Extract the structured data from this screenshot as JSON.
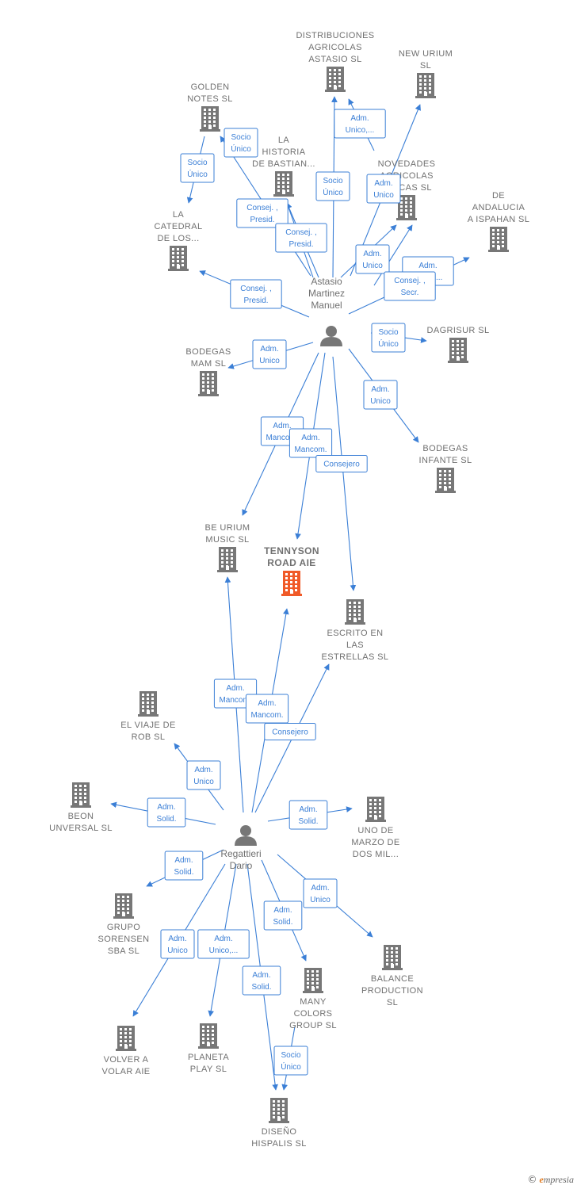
{
  "colors": {
    "edge": "#3b7fd6",
    "company": "#777777",
    "focus_company": "#f05a28",
    "person": "#777777"
  },
  "people": [
    {
      "id": "p1",
      "lines": [
        "Astasio",
        "Martinez",
        "Manuel"
      ],
      "icon": "person-icon"
    },
    {
      "id": "p2",
      "lines": [
        "Regattieri",
        "Dario"
      ],
      "icon": "person-icon"
    }
  ],
  "companies": [
    {
      "id": "c_distrib",
      "lines": [
        "DISTRIBUCIONES",
        "AGRICOLAS",
        "ASTASIO SL"
      ]
    },
    {
      "id": "c_newurium",
      "lines": [
        "NEW URIUM",
        "SL"
      ]
    },
    {
      "id": "c_golden",
      "lines": [
        "GOLDEN",
        "NOTES  SL"
      ]
    },
    {
      "id": "c_historia",
      "lines": [
        "LA",
        "HISTORIA",
        "DE BASTIAN..."
      ]
    },
    {
      "id": "c_novedades",
      "lines": [
        "NOVEDADES",
        "AGRICOLAS",
        "...NICAS SL"
      ]
    },
    {
      "id": "c_andalucia",
      "lines": [
        "DE",
        "ANDALUCIA",
        "A ISPAHAN  SL"
      ]
    },
    {
      "id": "c_catedral",
      "lines": [
        "LA",
        "CATEDRAL",
        "DE LOS..."
      ]
    },
    {
      "id": "c_dagrisur",
      "lines": [
        "DAGRISUR SL"
      ]
    },
    {
      "id": "c_bodegasmam",
      "lines": [
        "BODEGAS",
        "MAM  SL"
      ]
    },
    {
      "id": "c_bodegasinf",
      "lines": [
        "BODEGAS",
        "INFANTE SL"
      ]
    },
    {
      "id": "c_beurium",
      "lines": [
        "BE URIUM",
        "MUSIC  SL"
      ]
    },
    {
      "id": "c_tennyson",
      "lines": [
        "TENNYSON",
        "ROAD AIE"
      ],
      "focus": true
    },
    {
      "id": "c_escrito",
      "lines": [
        "ESCRITO EN",
        "LAS",
        "ESTRELLAS  SL"
      ]
    },
    {
      "id": "c_viaje",
      "lines": [
        "EL VIAJE DE",
        "ROB  SL"
      ]
    },
    {
      "id": "c_beon",
      "lines": [
        "BEON",
        "UNVERSAL  SL"
      ]
    },
    {
      "id": "c_unomarzo",
      "lines": [
        "UNO DE",
        "MARZO DE",
        "DOS MIL..."
      ]
    },
    {
      "id": "c_grupo",
      "lines": [
        "GRUPO",
        "SORENSEN",
        "SBA SL"
      ]
    },
    {
      "id": "c_balance",
      "lines": [
        "BALANCE",
        "PRODUCTION",
        "SL"
      ]
    },
    {
      "id": "c_manycolors",
      "lines": [
        "MANY",
        "COLORS",
        "GROUP  SL"
      ]
    },
    {
      "id": "c_volver",
      "lines": [
        "VOLVER A",
        "VOLAR  AIE"
      ]
    },
    {
      "id": "c_planeta",
      "lines": [
        "PLANETA",
        "PLAY SL"
      ]
    },
    {
      "id": "c_diseno",
      "lines": [
        "DISEÑO",
        "HISPALIS SL"
      ]
    }
  ],
  "relations": [
    {
      "from": "p1",
      "to": "c_distrib",
      "role": [
        "Socio",
        "Único"
      ]
    },
    {
      "from": "p1",
      "to": "c_distrib",
      "role": [
        "Adm.",
        "Unico,..."
      ]
    },
    {
      "from": "p1",
      "to": "c_newurium",
      "role": [
        "Adm.",
        "Unico"
      ]
    },
    {
      "from": "p1",
      "to": "c_golden",
      "role": [
        "Socio",
        "Único"
      ]
    },
    {
      "from": "p1",
      "to": "c_historia",
      "role": [
        "Consej. ,",
        "Presid."
      ]
    },
    {
      "from": "p1",
      "to": "c_historia",
      "role": [
        "Consej. ,",
        "Presid."
      ]
    },
    {
      "from": "p1",
      "to": "c_novedades",
      "role": [
        "Adm.",
        "Unico"
      ]
    },
    {
      "from": "p1",
      "to": "c_novedades",
      "role": [
        "Adm.",
        "Unico,..."
      ]
    },
    {
      "from": "p1",
      "to": "c_andalucia",
      "role": [
        "Consej. ,",
        "Secr."
      ]
    },
    {
      "from": "c_golden",
      "to": "c_catedral",
      "role": [
        "Socio",
        "Único"
      ]
    },
    {
      "from": "p1",
      "to": "c_catedral",
      "role": [
        "Consej. ,",
        "Presid."
      ]
    },
    {
      "from": "p1",
      "to": "c_dagrisur",
      "role": [
        "Socio",
        "Único"
      ]
    },
    {
      "from": "p1",
      "to": "c_bodegasmam",
      "role": [
        "Adm.",
        "Unico"
      ]
    },
    {
      "from": "p1",
      "to": "c_bodegasinf",
      "role": [
        "Adm.",
        "Unico"
      ]
    },
    {
      "from": "p1",
      "to": "c_beurium",
      "role": [
        "Adm.",
        "Mancom."
      ]
    },
    {
      "from": "p1",
      "to": "c_tennyson",
      "role": [
        "Adm.",
        "Mancom."
      ]
    },
    {
      "from": "p1",
      "to": "c_escrito",
      "role": [
        "Consejero"
      ]
    },
    {
      "from": "p2",
      "to": "c_beurium",
      "role": [
        "Adm.",
        "Mancom."
      ]
    },
    {
      "from": "p2",
      "to": "c_tennyson",
      "role": [
        "Adm.",
        "Mancom."
      ]
    },
    {
      "from": "p2",
      "to": "c_escrito",
      "role": [
        "Consejero"
      ]
    },
    {
      "from": "p2",
      "to": "c_viaje",
      "role": [
        "Adm.",
        "Unico"
      ]
    },
    {
      "from": "p2",
      "to": "c_beon",
      "role": [
        "Adm.",
        "Solid."
      ]
    },
    {
      "from": "p2",
      "to": "c_unomarzo",
      "role": [
        "Adm.",
        "Solid."
      ]
    },
    {
      "from": "p2",
      "to": "c_grupo",
      "role": [
        "Adm.",
        "Solid."
      ]
    },
    {
      "from": "p2",
      "to": "c_balance",
      "role": [
        "Adm.",
        "Unico"
      ]
    },
    {
      "from": "p2",
      "to": "c_manycolors",
      "role": [
        "Adm.",
        "Solid."
      ]
    },
    {
      "from": "p2",
      "to": "c_volver",
      "role": [
        "Adm.",
        "Unico"
      ]
    },
    {
      "from": "p2",
      "to": "c_planeta",
      "role": [
        "Adm.",
        "Unico,..."
      ]
    },
    {
      "from": "p2",
      "to": "c_diseno",
      "role": [
        "Adm.",
        "Solid."
      ]
    },
    {
      "from": "c_manycolors",
      "to": "c_diseno",
      "role": [
        "Socio",
        "Único"
      ]
    }
  ],
  "brand": {
    "symbol": "©",
    "initial": "e",
    "rest": "mpresia"
  }
}
